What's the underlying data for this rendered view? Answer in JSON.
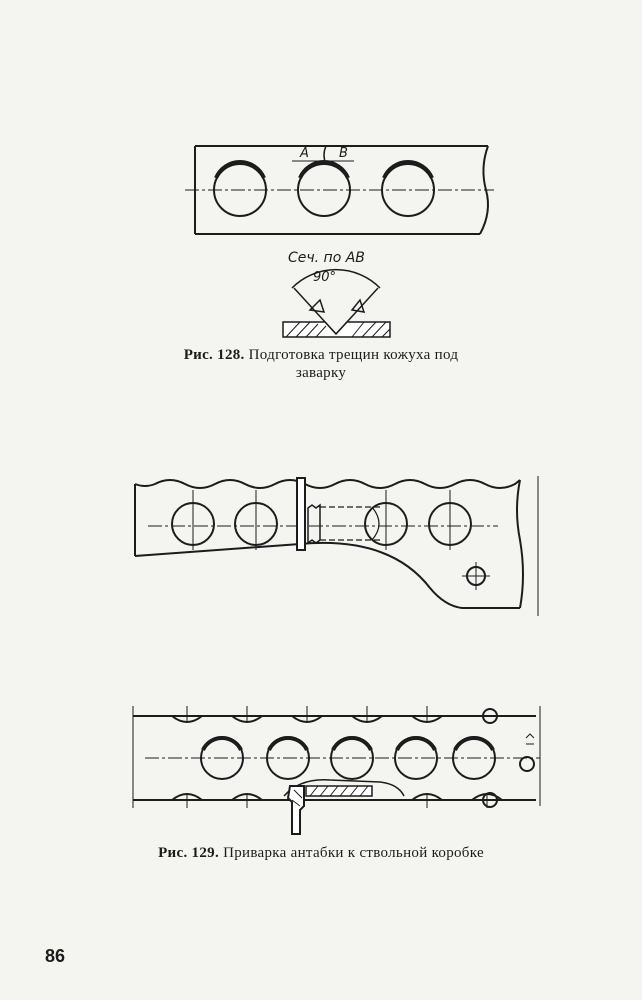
{
  "figure128": {
    "caption_label": "Рис. 128.",
    "caption_line1": "Подготовка трещин кожуха под",
    "caption_line2": "заварку",
    "label_a": "А",
    "label_b": "В",
    "section_label": "Сеч. по АВ",
    "angle_label": "90°"
  },
  "figure129": {
    "caption_label": "Рис. 129.",
    "caption_text": "Приварка антабки к ствольной коробке"
  },
  "page_number": "86"
}
